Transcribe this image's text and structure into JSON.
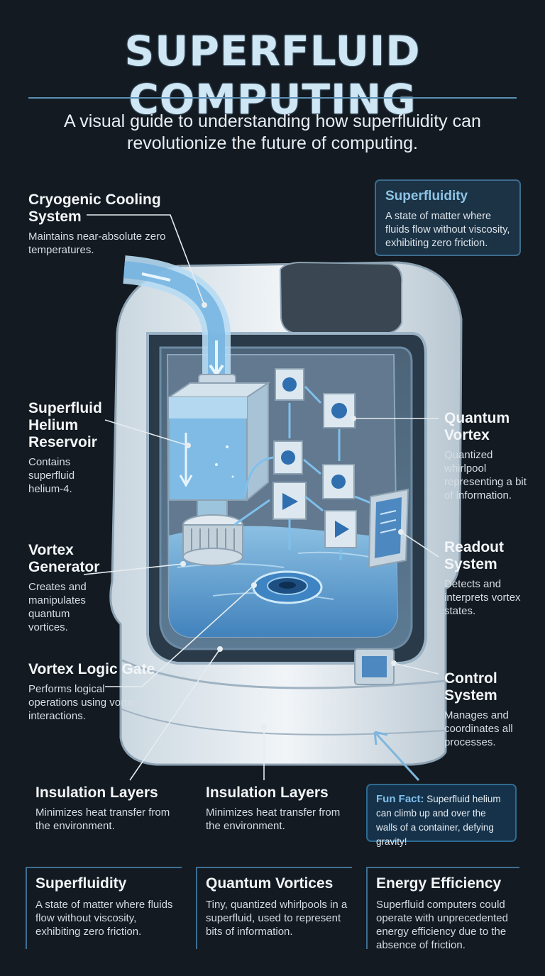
{
  "header": {
    "title": "SUPERFLUID COMPUTING",
    "subtitle": "A visual guide to understanding how superfluidity can revolutionize the future of computing."
  },
  "callouts": {
    "cooling": {
      "title": "Cryogenic Cooling System",
      "desc": "Maintains near-absolute zero temperatures."
    },
    "reservoir": {
      "title": "Superfluid Helium Reservoir",
      "desc": "Contains superfluid helium-4."
    },
    "generator": {
      "title": "Vortex Generator",
      "desc": "Creates and manipulates quantum vortices."
    },
    "logic_gate": {
      "title": "Vortex Logic Gate",
      "desc": "Performs logical operations using vortex interactions."
    },
    "insulation_left": {
      "title": "Insulation Layers",
      "desc": "Minimizes heat transfer from the environment."
    },
    "insulation_center": {
      "title": "Insulation Layers",
      "desc": "Minimizes heat transfer from the environment."
    },
    "vortex": {
      "title": "Quantum Vortex",
      "desc": "Quantized whirlpool representing a bit of information."
    },
    "readout": {
      "title": "Readout System",
      "desc": "Detects and interprets vortex states."
    },
    "control": {
      "title": "Control System",
      "desc": "Manages and coordinates all processes."
    }
  },
  "info_box": {
    "title": "Superfluidity",
    "desc": "A state of matter where fluids flow without viscosity, exhibiting zero friction."
  },
  "fun_fact": {
    "label": "Fun Fact:",
    "text": "Superfluid helium can climb up and over the walls of a container, defying gravity!"
  },
  "bottom": [
    {
      "title": "Superfluidity",
      "desc": "A state of matter where fluids flow without viscosity, exhibiting zero friction."
    },
    {
      "title": "Quantum Vortices",
      "desc": "Tiny, quantized whirlpools in a superfluid, used to represent bits of information."
    },
    {
      "title": "Energy Efficiency",
      "desc": "Superfluid computers could operate with unprecedented energy efficiency due to the absence of friction."
    }
  ],
  "colors": {
    "background": "#131a21",
    "accent": "#8cc4e6",
    "fluid": "#5fa6d8",
    "shell": "#e9eef2"
  }
}
